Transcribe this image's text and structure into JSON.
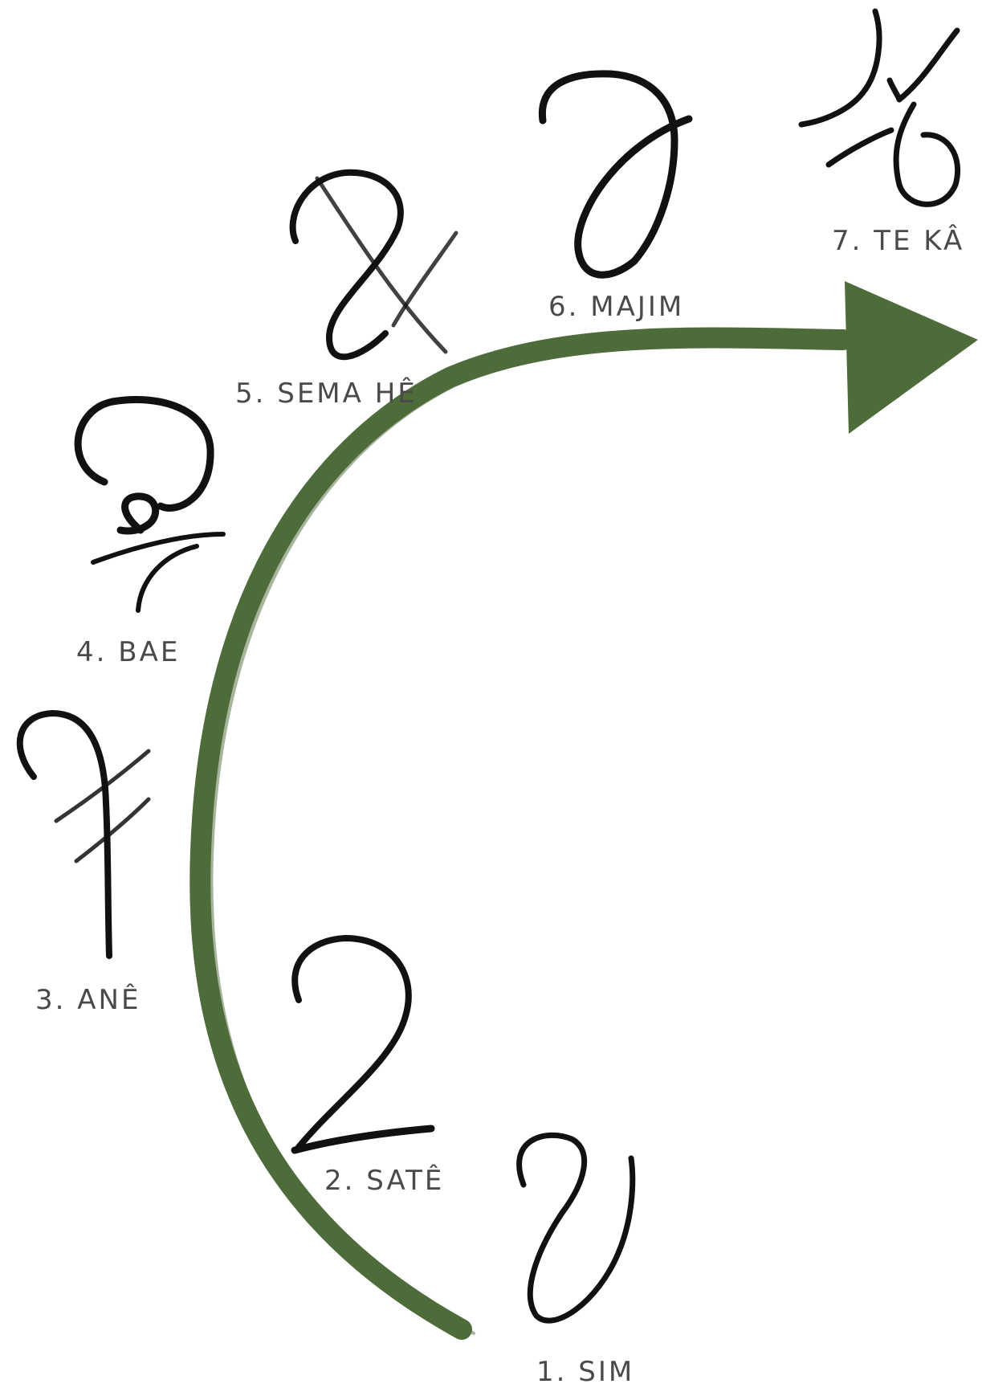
{
  "diagram": {
    "arrow_color": "#4e6b3a",
    "stroke_color": "#111111",
    "label_color": "#4a4a4a",
    "steps": [
      {
        "number": "1.",
        "name": "SIM",
        "label": "1.  SIM",
        "glyph": "sim-glyph"
      },
      {
        "number": "2.",
        "name": "SATÊ",
        "label": "2.  SATÊ",
        "glyph": "sate-glyph"
      },
      {
        "number": "3.",
        "name": "ANÊ",
        "label": "3.  ANÊ",
        "glyph": "ane-glyph"
      },
      {
        "number": "4.",
        "name": "BAE",
        "label": "4.  BAE",
        "glyph": "bae-glyph"
      },
      {
        "number": "5.",
        "name": "SEMA HÊ",
        "label": "5.  SEMA HÊ",
        "glyph": "sema-he-glyph"
      },
      {
        "number": "6.",
        "name": "MAJIM",
        "label": "6.  MAJIM",
        "glyph": "majim-glyph"
      },
      {
        "number": "7.",
        "name": "TE KÂ",
        "label": "7.  TE KÂ",
        "glyph": "te-ka-glyph"
      }
    ]
  }
}
